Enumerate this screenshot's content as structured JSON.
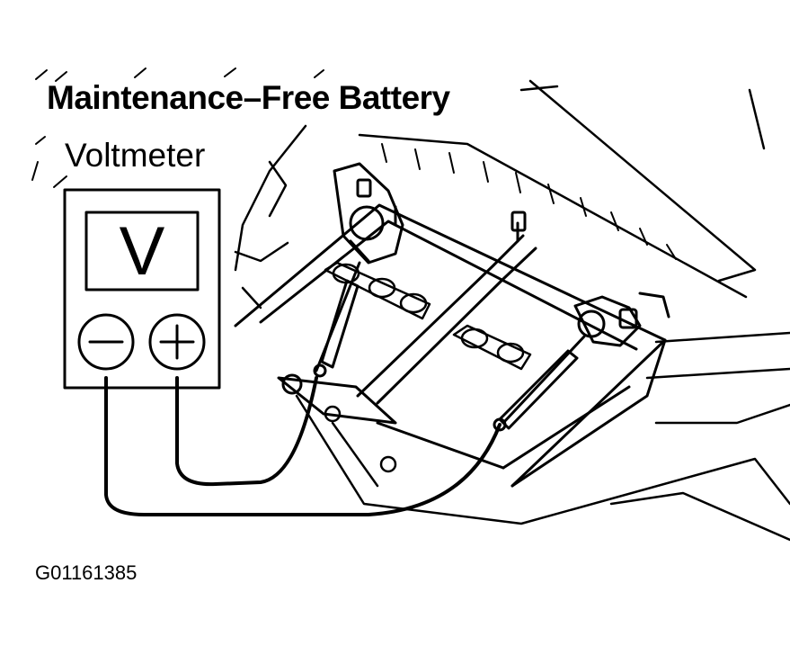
{
  "diagram": {
    "title": "Maintenance–Free Battery",
    "meter_label": "Voltmeter",
    "meter_display": "V",
    "negative_terminal_symbol": "minus-symbol",
    "positive_terminal_symbol": "plus-symbol",
    "figure_id": "G01161385"
  },
  "colors": {
    "ink": "#000000",
    "paper": "#ffffff"
  }
}
